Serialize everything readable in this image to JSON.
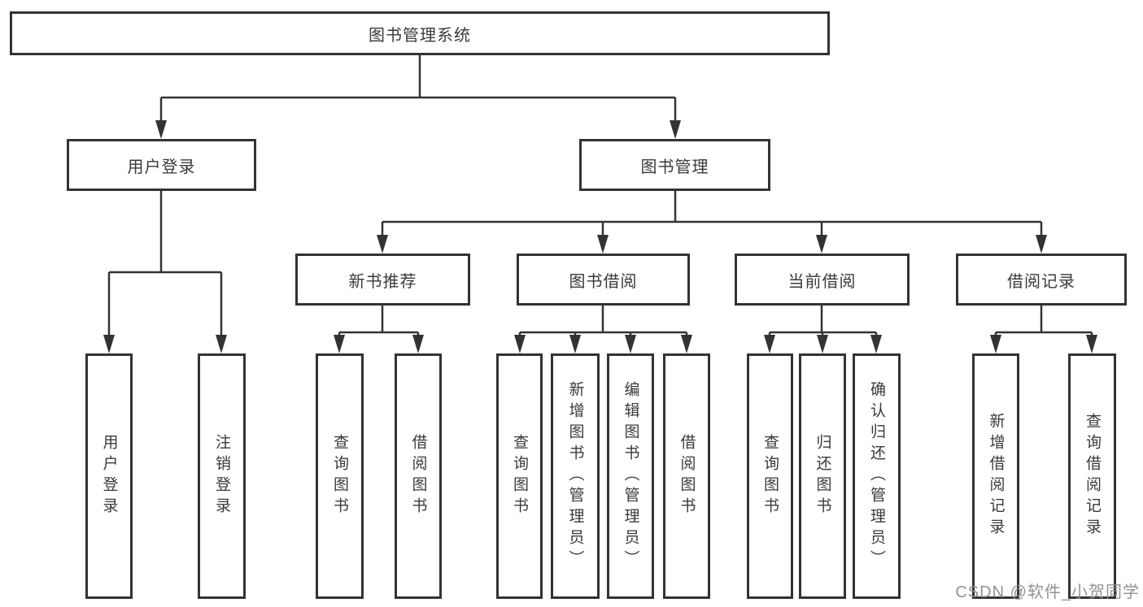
{
  "diagram_title": "图书管理系统",
  "tree": {
    "root": {
      "label": "图书管理系统",
      "children": [
        {
          "label": "用户登录",
          "children": [
            {
              "label": "用户登录"
            },
            {
              "label": "注销登录"
            }
          ]
        },
        {
          "label": "图书管理",
          "children": [
            {
              "label": "新书推荐",
              "children": [
                {
                  "label": "查询图书"
                },
                {
                  "label": "借阅图书"
                }
              ]
            },
            {
              "label": "图书借阅",
              "children": [
                {
                  "label": "查询图书"
                },
                {
                  "label": "新增图书（管理员）"
                },
                {
                  "label": "编辑图书（管理员）"
                },
                {
                  "label": "借阅图书"
                }
              ]
            },
            {
              "label": "当前借阅",
              "children": [
                {
                  "label": "查询图书"
                },
                {
                  "label": "归还图书"
                },
                {
                  "label": "确认归还（管理员）"
                }
              ]
            },
            {
              "label": "借阅记录",
              "children": [
                {
                  "label": "新增借阅记录"
                },
                {
                  "label": "查询借阅记录"
                }
              ]
            }
          ]
        }
      ]
    }
  },
  "watermark": "CSDN @软件_小贺同学",
  "colors": {
    "line": "#333333",
    "box_border": "#333333",
    "text": "#3a3a3a",
    "watermark": "#8c8c8c",
    "background": "#ffffff"
  }
}
